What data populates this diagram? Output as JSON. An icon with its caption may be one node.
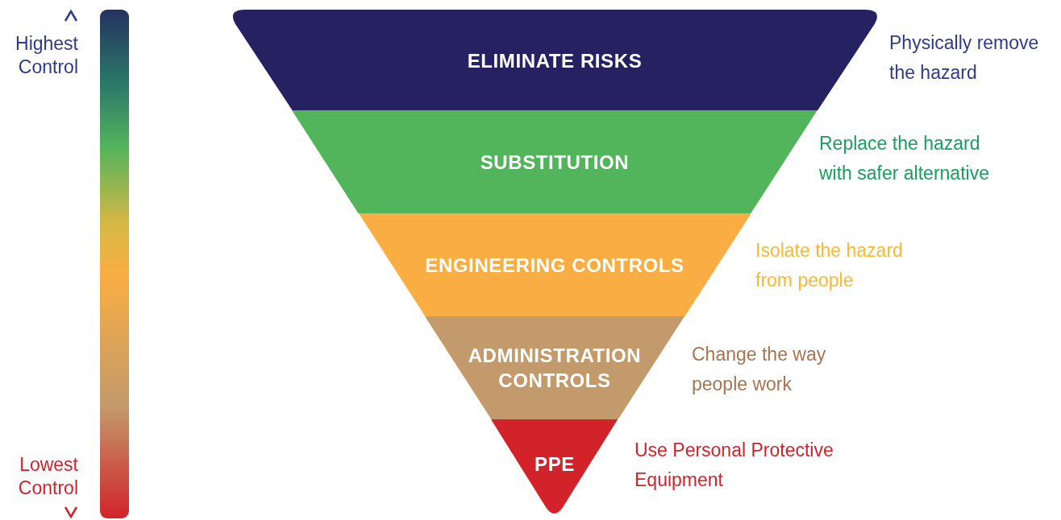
{
  "diagram": {
    "nodes": [
      {
        "text": [
          "ELIMINATE RISKS"
        ],
        "beside": [
          "Physically remove the hazard"
        ]
      },
      {
        "text": [
          "SUBSTITUTION"
        ],
        "beside": [
          "Replace the hazard with safer alternative"
        ]
      },
      {
        "text": [
          "ENGINEERING CONTROLS"
        ],
        "beside": [
          "Isolate the hazard from people"
        ]
      },
      {
        "text": [
          "ADMINISTRATION CONTROLS"
        ],
        "beside": [
          "Change the way people work"
        ]
      },
      {
        "text": [
          "PPE"
        ],
        "beside": [
          "Use Personal Protective Equipment"
        ]
      },
      {
        "text": [],
        "shape": "bar"
      }
    ],
    "edges": [],
    "labels": [
      "Highest Control",
      "Lowest Control"
    ]
  }
}
